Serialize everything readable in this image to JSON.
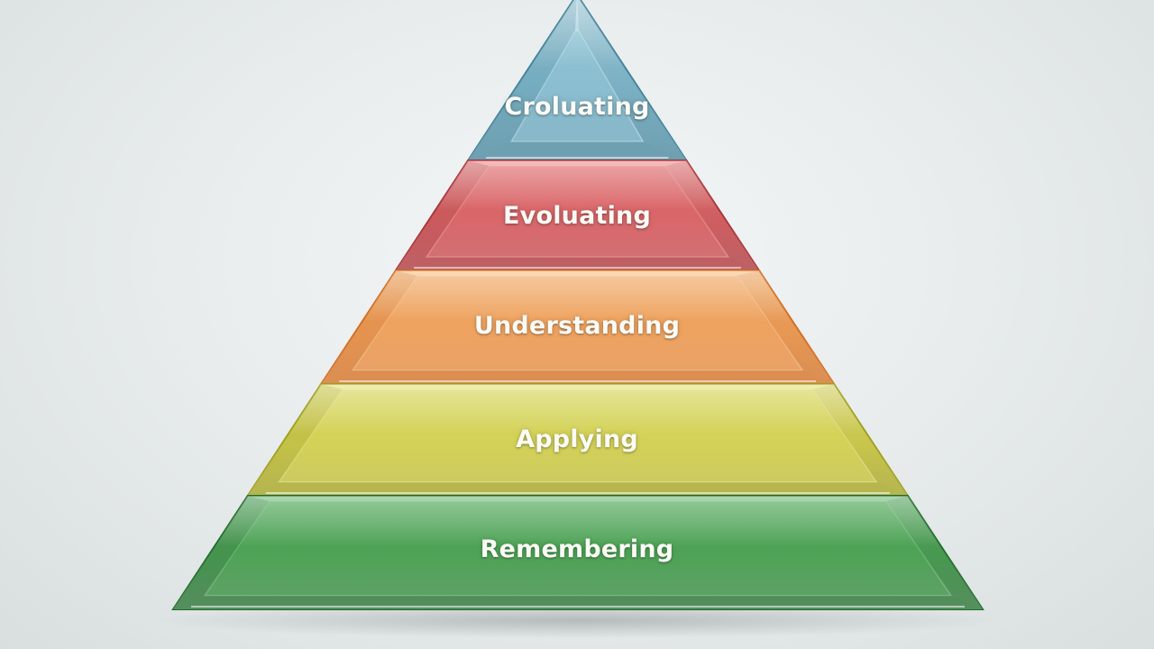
{
  "pyramid": {
    "layers": [
      {
        "label": "Croluating",
        "color": "#7fb8cc",
        "dark": "#3f8198",
        "light": "#c6e4ec"
      },
      {
        "label": "Evoluating",
        "color": "#d65a5c",
        "dark": "#a82f34",
        "light": "#ee9b9a"
      },
      {
        "label": "Understanding",
        "color": "#ec9a52",
        "dark": "#d06a1c",
        "light": "#f6c58f"
      },
      {
        "label": "Applying",
        "color": "#cfcd48",
        "dark": "#9e9d18",
        "light": "#e6e58c"
      },
      {
        "label": "Remembering",
        "color": "#3f9a48",
        "dark": "#1f6a2a",
        "light": "#7fc486"
      }
    ]
  }
}
